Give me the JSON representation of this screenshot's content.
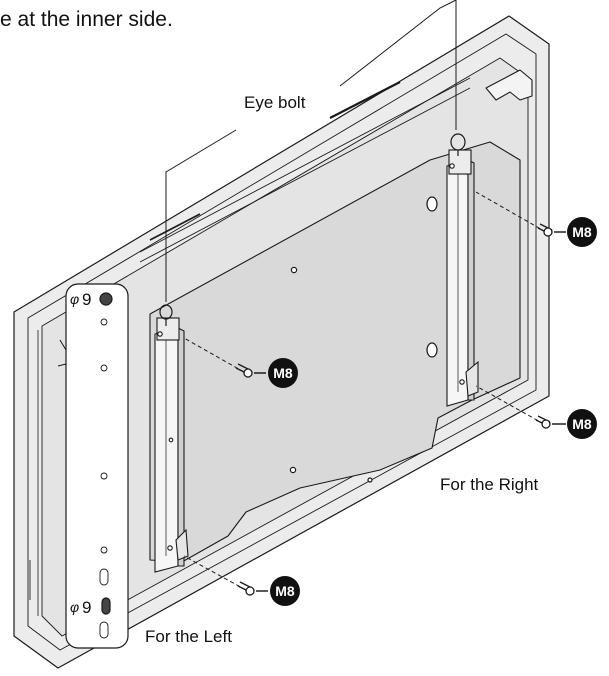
{
  "header_text": "e at the inner side.",
  "labels": {
    "eye_bolt": "Eye bolt",
    "for_right": "For the Right",
    "for_left": "For the Left"
  },
  "bolts": {
    "top_right": "M8",
    "mid_left": "M8",
    "bottom_right": "M8",
    "bottom_left": "M8"
  },
  "hole_marks": {
    "top": "9",
    "bottom": "9"
  },
  "colors": {
    "line": "#1a1a1a",
    "panel_fill": "#d9d9d9",
    "frame_fill": "#ececec",
    "badge": "#111111"
  }
}
